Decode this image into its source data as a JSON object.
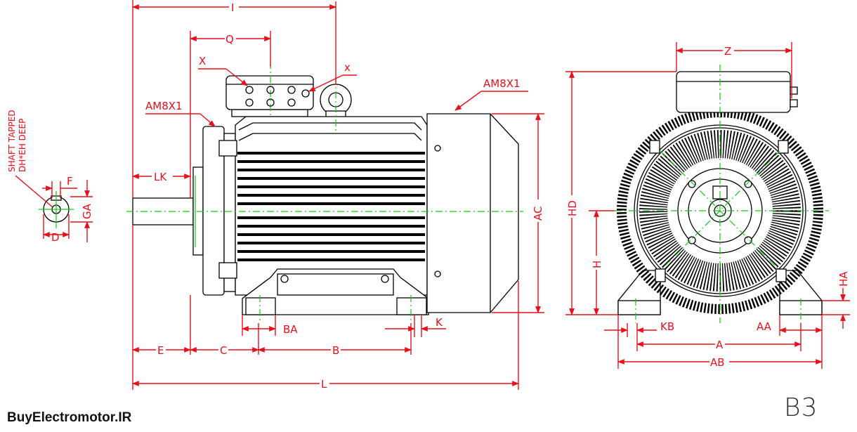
{
  "drawing": {
    "mounting_code": "B3",
    "website": "BuyElectromotor.IR",
    "shaft_note_line1": "SHAFT TAPPED",
    "shaft_note_line2": "DH*EH DEEP"
  },
  "labels": {
    "I": "I",
    "Q": "Q",
    "X_upper": "X",
    "x_lower": "x",
    "AM8X1_left": "AM8X1",
    "AM8X1_right": "AM8X1",
    "LK": "LK",
    "F": "F",
    "GA": "GA",
    "D": "D",
    "AC": "AC",
    "BA": "BA",
    "K": "K",
    "E": "E",
    "C": "C",
    "B": "B",
    "L": "L",
    "Z": "Z",
    "HD": "HD",
    "H": "H",
    "HA": "HA",
    "KB": "KB",
    "AA": "AA",
    "A": "A",
    "AB": "AB"
  },
  "colors": {
    "dimension": "#e8101a",
    "centerline": "#14c814",
    "outline": "#000000"
  }
}
